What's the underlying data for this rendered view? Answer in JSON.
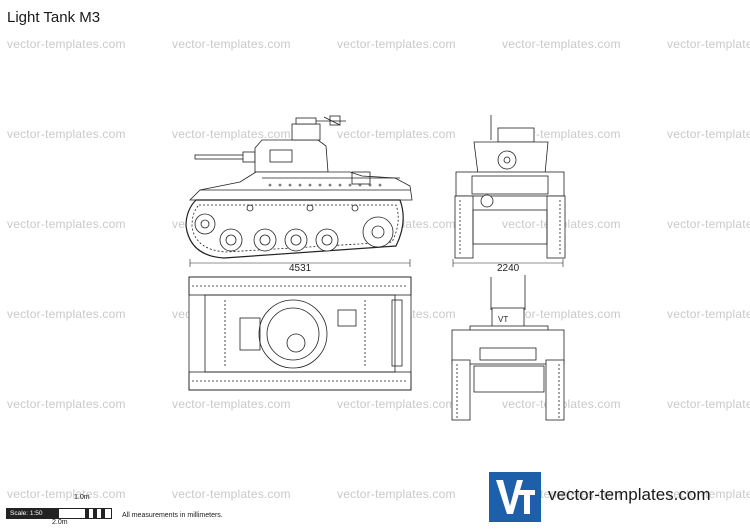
{
  "title": "Light Tank M3",
  "watermark": {
    "text": "vector-templates.com",
    "color": "#c9c9c9"
  },
  "dimensions": {
    "length": "4531",
    "width": "2240"
  },
  "scale": {
    "label": "Scale: 1:50",
    "top_mark": "1.0m",
    "bottom_mark": "2.0m"
  },
  "note": "All measurements in millimeters.",
  "logo": {
    "letters": "Vt",
    "text": "vector-templates.com",
    "color": "#1d5fa8"
  }
}
